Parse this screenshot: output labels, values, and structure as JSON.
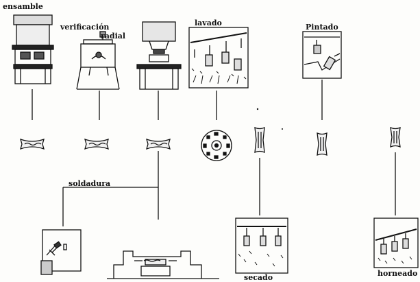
{
  "diagram": {
    "labels": {
      "ensamble": "ensamble",
      "verificacion": "verificación",
      "radial": "radial",
      "lavado": "lavado",
      "pintado": "Pintado",
      "soldadura": "soldadura",
      "secado": "secado",
      "horneado": "horneado"
    },
    "stations": [
      {
        "name": "ensamble-press"
      },
      {
        "name": "verificacion-radial-gauge"
      },
      {
        "name": "third-press"
      },
      {
        "name": "lavado-tunnel"
      },
      {
        "name": "pintado-booth"
      },
      {
        "name": "soldadura-manual-welder"
      },
      {
        "name": "soldadura-fixture-welder"
      },
      {
        "name": "secado-oven"
      },
      {
        "name": "horneado-oven"
      }
    ],
    "colors": {
      "ink": "#111111",
      "paper": "#fdfdfb"
    }
  }
}
